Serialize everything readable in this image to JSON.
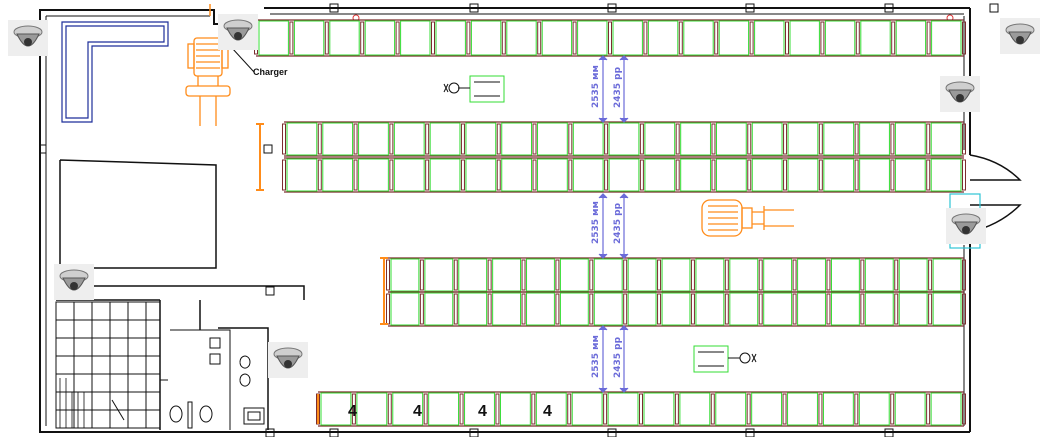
{
  "labels": {
    "charger": "Charger",
    "aisle_dimension_1": "2535 мм",
    "aisle_dimension_2": "2435 рр"
  },
  "section_numbers": [
    "4",
    "4",
    "4",
    "4"
  ],
  "colors": {
    "wall": "#111111",
    "rack_upright": "#7a2e2e",
    "rack_beam": "#33dd33",
    "office": "#1d2e9a",
    "equipment": "#ff8c1a",
    "dimension": "#6b6bd9",
    "door_highlight": "#2ec4d4",
    "camera": "#8a8a8a"
  },
  "icons": {
    "camera": "security-camera-icon",
    "forklift": "forklift-icon",
    "pallet_truck": "pallet-truck-icon",
    "charger": "charger-icon"
  }
}
